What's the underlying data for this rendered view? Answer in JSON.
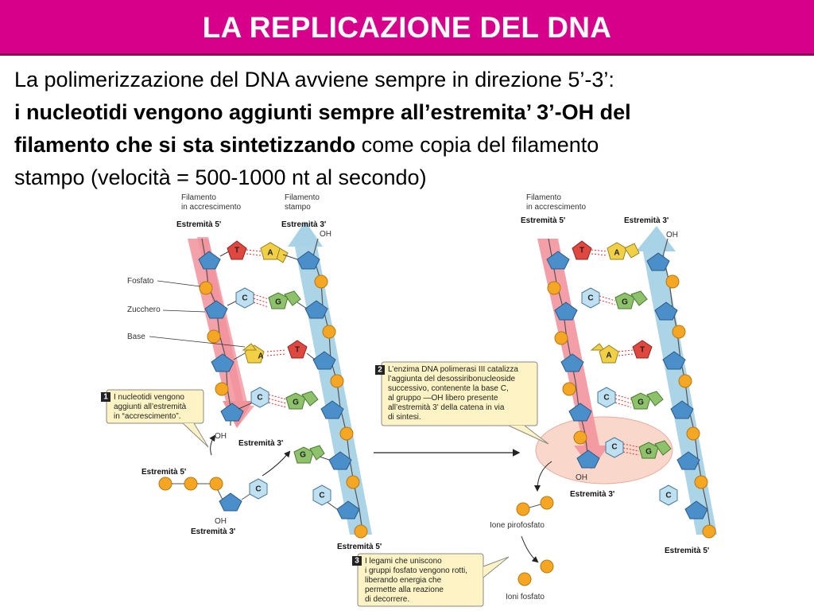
{
  "title": "LA REPLICAZIONE DEL DNA",
  "intro": {
    "line1": "La polimerizzazione del DNA avviene sempre in direzione 5’-3’:",
    "line2_bold": "i nucleotidi vengono aggiunti sempre all’estremita’ 3’-OH del",
    "line3_bold": "filamento che si sta sintetizzando",
    "line3_rest": " come copia del filamento",
    "line4": "stampo (velocità = 500-1000 nt al secondo)"
  },
  "labels": {
    "growing_strand": [
      "Filamento",
      "in accrescimento"
    ],
    "template_strand": [
      "Filamento",
      "stampo"
    ],
    "end5": "Estremità 5'",
    "end3": "Estremità 3'",
    "oh": "OH",
    "phosphate": "Fosfato",
    "sugar": "Zucchero",
    "base": "Base",
    "pyrophosphate": "Ione pirofosfato",
    "phosphate_ions": "Ioni fosfato"
  },
  "bases": {
    "t": "T",
    "a": "A",
    "c": "C",
    "g": "G"
  },
  "steps": [
    {
      "num": "1",
      "lines": [
        "I nucleotidi vengono",
        "aggiunti all’estremità",
        "in “accrescimento”."
      ]
    },
    {
      "num": "2",
      "lines": [
        "L’enzima DNA polimerasi III catalizza",
        "l’aggiunta del desossiribonucleoside",
        "successivo, contenente la base C,",
        "al gruppo —OH libero presente",
        "all’estremità 3' della catena in via",
        "di sintesi."
      ]
    },
    {
      "num": "3",
      "lines": [
        "I legami che uniscono",
        "i gruppi fosfato vengono rotti,",
        "liberando energia che",
        "permette alla reazione",
        "di decorrere."
      ]
    }
  ],
  "colors": {
    "title_bg": "#d6008a",
    "growing_arrow": "#f4a0a8",
    "template_arrow": "#a8d2e6",
    "sugar": "#4a8fca",
    "phosphate": "#f5a623",
    "base_t": "#e0473e",
    "base_a": "#f1d046",
    "base_c": "#bfe0f0",
    "base_g": "#8dc26a",
    "callout_bg": "#fdf3c4",
    "highlight": "#f9d6c9"
  }
}
